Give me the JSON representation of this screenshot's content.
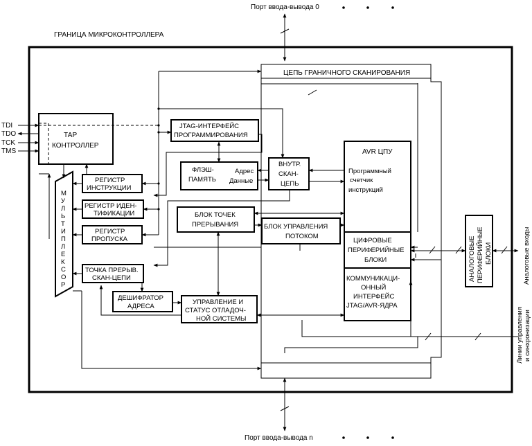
{
  "port_top": "Порт ввода-вывода 0",
  "port_bottom": "Порт ввода-вывода n",
  "boundary_label": "ГРАНИЦА МИКРОКОНТРОЛЛЕРА",
  "scan_chain": "ЦЕПЬ ГРАНИЧНОГО СКАНИРОВАНИЯ",
  "pins": {
    "tdi": "TDI",
    "tdo": "TDO",
    "tck": "TCK",
    "tms": "TMS"
  },
  "tap": {
    "line1": "ТАР",
    "line2": "КОНТРОЛЛЕР"
  },
  "instr_reg": {
    "line1": "РЕГИСТР",
    "line2": "ИНСТРУКЦИИ"
  },
  "id_reg": {
    "line1": "РЕГИСТР ИДЕН-",
    "line2": "ТИФИКАЦИИ"
  },
  "bypass_reg": {
    "line1": "РЕГИСТР",
    "line2": "ПРОПУСКА"
  },
  "bp_scan": {
    "line1": "ТОЧКА ПРЕРЫВ.",
    "line2": "СКАН-ЦЕПИ"
  },
  "addr_decoder": {
    "line1": "ДЕШИФРАТОР",
    "line2": "АДРЕСА"
  },
  "mux": [
    "М",
    "У",
    "Л",
    "Ь",
    "Т",
    "И",
    "П",
    "Л",
    "Е",
    "К",
    "С",
    "О",
    "Р"
  ],
  "jtag_prog": {
    "line1": "JTAG-ИНТЕРФЕЙС",
    "line2": "ПРОГРАММИРОВАНИЯ"
  },
  "flash": {
    "line1": "ФЛЭШ-",
    "line2": "ПАМЯТЬ",
    "addr": "Адрес",
    "data": "Данные"
  },
  "int_scan": {
    "line1": "ВНУТР.",
    "line2": "СКАН-",
    "line3": "ЦЕПЬ"
  },
  "breakpoints": {
    "line1": "БЛОК ТОЧЕК",
    "line2": "ПРЕРЫВАНИЯ"
  },
  "flow_ctrl": {
    "line1": "БЛОК УПРАВЛЕНИЯ",
    "line2": "ПОТОКОМ"
  },
  "debug_ctrl": {
    "line1": "УПРАВЛЕНИЕ И",
    "line2": "СТАТУС ОТЛАДОЧ-",
    "line3": "НОЙ СИСТЕМЫ"
  },
  "cpu": {
    "title": "AVR ЦПУ",
    "line1": "Программный",
    "line2": "счетчик",
    "line3": "инструкций"
  },
  "digital_periph": {
    "line1": "ЦИФРОВЫЕ",
    "line2": "ПЕРИФЕРИЙНЫЕ",
    "line3": "БЛОКИ"
  },
  "comm_iface": {
    "line1": "КОММУНИКАЦИ-",
    "line2": "ОННЫЙ",
    "line3": "ИНТЕРФЕЙС",
    "line4": "JTAG/AVR-ЯДРА"
  },
  "analog_periph": {
    "line1": "АНАЛОГОВЫЕ",
    "line2": "ПЕРИФЕРИЙНЫЕ",
    "line3": "БЛОКИ"
  },
  "analog_inputs": "Аналоговые входы",
  "control_lines": {
    "line1": "Линии управления",
    "line2": "и синхронизации"
  }
}
